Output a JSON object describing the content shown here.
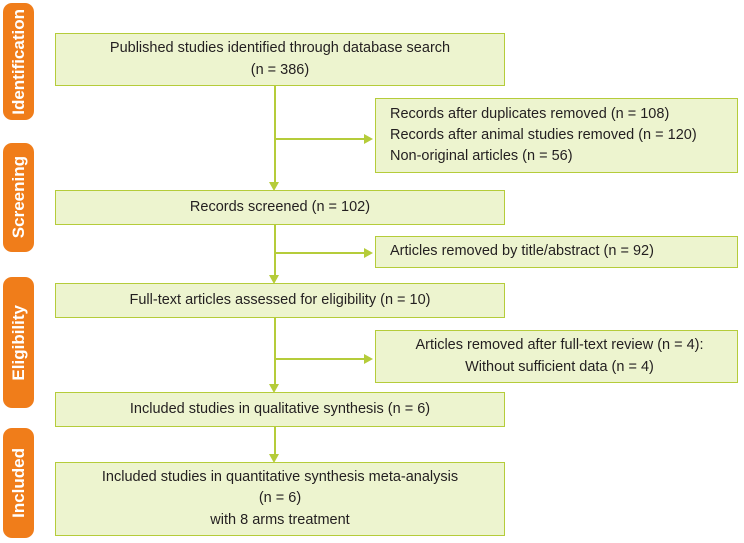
{
  "diagram": {
    "title": "PRISMA study selection flow diagram",
    "colors": {
      "stage_tab_background": "#f07d1a",
      "stage_tab_text": "#ffffff",
      "box_fill": "#edf4cf",
      "box_border": "#b5cc3a",
      "connector": "#b5cc3a",
      "box_text": "#231f20",
      "page_background": "#ffffff"
    },
    "stages": [
      {
        "id": "identification",
        "label": "Identification"
      },
      {
        "id": "screening",
        "label": "Screening"
      },
      {
        "id": "eligibility",
        "label": "Eligibility"
      },
      {
        "id": "included",
        "label": "Included"
      }
    ],
    "main_boxes": [
      {
        "id": "identified",
        "text": "Published studies identified through database search\n(n = 386)"
      },
      {
        "id": "screened",
        "text": "Records screened (n = 102)"
      },
      {
        "id": "fulltext",
        "text": "Full-text articles assessed for eligibility (n = 10)"
      },
      {
        "id": "qualitative",
        "text": "Included studies in qualitative synthesis (n = 6)"
      },
      {
        "id": "quantitative",
        "text": "Included studies in quantitative synthesis meta-analysis\n(n = 6)\nwith 8 arms treatment"
      }
    ],
    "side_boxes": [
      {
        "id": "excluded-duplicates",
        "text": "Records after duplicates removed (n = 108)\nRecords after animal studies removed (n = 120)\nNon-original articles (n = 56)"
      },
      {
        "id": "excluded-title-abstract",
        "text": "Articles removed by title/abstract (n = 92)"
      },
      {
        "id": "excluded-fulltext",
        "text": "Articles removed after full-text review (n = 4):\nWithout sufficient data (n = 4)"
      }
    ],
    "counts": {
      "identified": 386,
      "duplicates_removed": 108,
      "animal_studies_removed": 120,
      "non_original_articles": 56,
      "screened": 102,
      "removed_by_title_abstract": 92,
      "fulltext_assessed": 10,
      "removed_after_fulltext_review": 4,
      "without_sufficient_data": 4,
      "qualitative_synthesis": 6,
      "quantitative_synthesis": 6,
      "arms_treatment": 8
    }
  }
}
